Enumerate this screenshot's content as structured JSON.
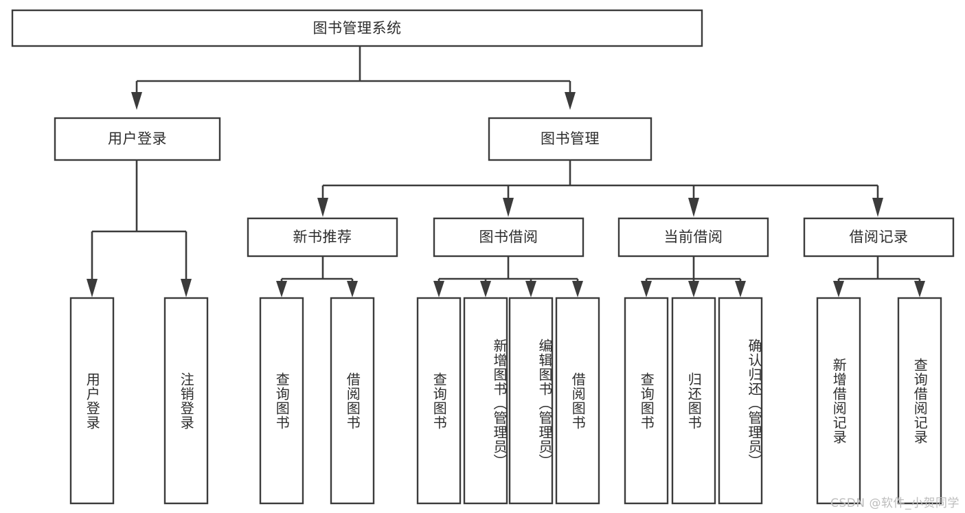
{
  "diagram": {
    "title": "图书管理系统",
    "type": "tree-hierarchy-diagram",
    "colors": {
      "stroke": "#3b3b3b",
      "fill": "#ffffff",
      "text": "#2d2d2d",
      "watermark": "#bdbdbd",
      "background": "#ffffff"
    },
    "root": {
      "label": "图书管理系统"
    },
    "level2": [
      {
        "label": "用户登录"
      },
      {
        "label": "图书管理"
      }
    ],
    "level3": [
      {
        "label": "新书推荐"
      },
      {
        "label": "图书借阅"
      },
      {
        "label": "当前借阅"
      },
      {
        "label": "借阅记录"
      }
    ],
    "leaves": [
      {
        "label": "用户登录"
      },
      {
        "label": "注销登录"
      },
      {
        "label": "查询图书"
      },
      {
        "label": "借阅图书"
      },
      {
        "label": "查询图书"
      },
      {
        "label": "新增图书（管理员）"
      },
      {
        "label": "编辑图书（管理员）"
      },
      {
        "label": "借阅图书"
      },
      {
        "label": "查询图书"
      },
      {
        "label": "归还图书"
      },
      {
        "label": "确认归还（管理员）"
      },
      {
        "label": "新增借阅记录"
      },
      {
        "label": "查询借阅记录"
      }
    ]
  },
  "watermark": {
    "text": "CSDN @软件_小贺同学"
  }
}
